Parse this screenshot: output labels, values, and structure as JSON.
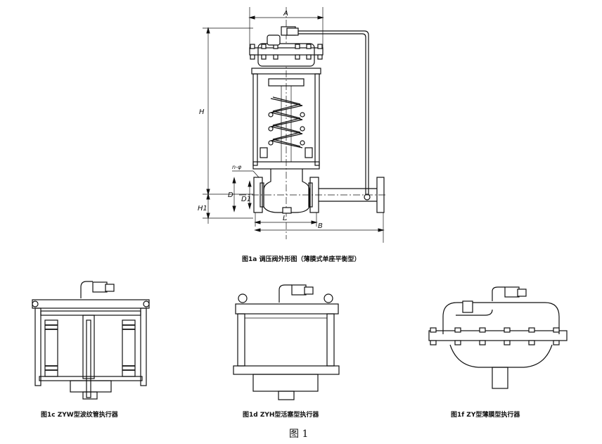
{
  "figure_main": {
    "caption": "图1a 调压阀外形图（薄膜式单座平衡型）",
    "dimensions": {
      "A": "A",
      "H": "H",
      "H1": "H1",
      "D": "D",
      "D1": "D1",
      "L": "L",
      "B": "B",
      "n_phi": "n-φ"
    }
  },
  "figure_c": {
    "caption": "图1c ZYW型波纹管执行器"
  },
  "figure_d": {
    "caption": "图1d ZYH型活塞型执行器"
  },
  "figure_f": {
    "caption": "图1f ZY型薄膜型执行器"
  },
  "figure_number": "图 1"
}
